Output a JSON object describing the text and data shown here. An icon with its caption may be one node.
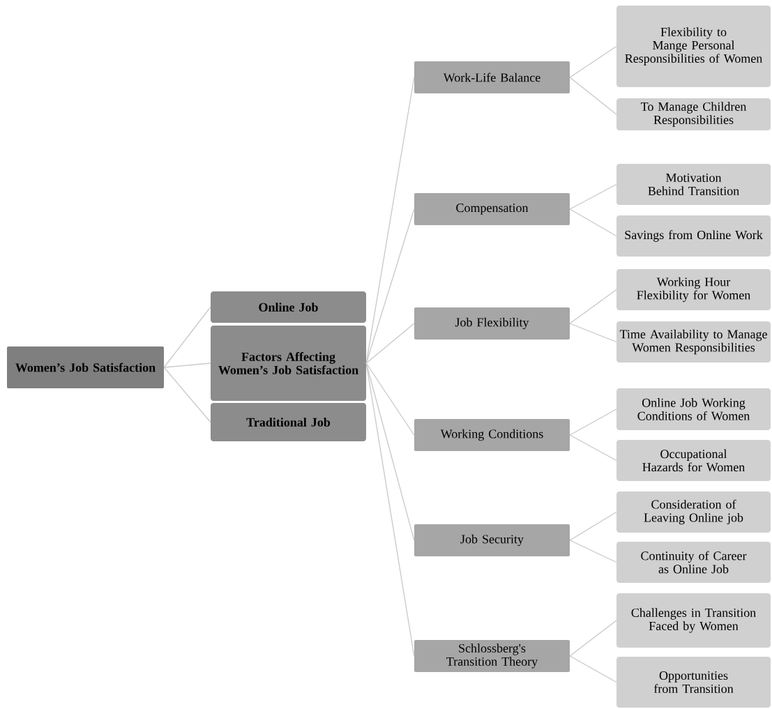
{
  "diagram": {
    "nodes": [
      {
        "text": [
          "Women’s Job Satisfaction"
        ]
      },
      {
        "text": [
          "Online Job"
        ]
      },
      {
        "text": [
          "Factors Affecting Women’s Job Satisfaction"
        ]
      },
      {
        "text": [
          "Traditional Job"
        ]
      },
      {
        "text": [
          "Work-Life Balance"
        ]
      },
      {
        "text": [
          "Compensation"
        ]
      },
      {
        "text": [
          "Job Flexibility"
        ]
      },
      {
        "text": [
          "Working Conditions"
        ]
      },
      {
        "text": [
          "Job Security"
        ]
      },
      {
        "text": [
          "Schlossberg's Transition Theory"
        ]
      },
      {
        "text": [
          "Flexibility to Mange Personal Responsibilities of Women"
        ]
      },
      {
        "text": [
          "To Manage Children Responsibilities"
        ]
      },
      {
        "text": [
          "Motivation Behind Transition"
        ]
      },
      {
        "text": [
          "Savings from Online Work"
        ]
      },
      {
        "text": [
          "Working Hour Flexibility for Women"
        ]
      },
      {
        "text": [
          "Time Availability to Manage Women Responsibilities"
        ]
      },
      {
        "text": [
          "Online Job Working Conditions of Women"
        ]
      },
      {
        "text": [
          "Occupational Hazards for Women"
        ]
      },
      {
        "text": [
          "Consideration of Leaving Online job"
        ]
      },
      {
        "text": [
          "Continuity of Career as Online Job"
        ]
      },
      {
        "text": [
          "Challenges in Transition Faced by Women"
        ]
      },
      {
        "text": [
          "Opportunities from Transition"
        ]
      }
    ],
    "edges": [
      {
        "from": 0,
        "to": 1,
        "arrow": "none"
      },
      {
        "from": 0,
        "to": 2,
        "arrow": "none"
      },
      {
        "from": 0,
        "to": 3,
        "arrow": "none"
      },
      {
        "from": 2,
        "to": 4,
        "arrow": "none"
      },
      {
        "from": 2,
        "to": 5,
        "arrow": "none"
      },
      {
        "from": 2,
        "to": 6,
        "arrow": "none"
      },
      {
        "from": 2,
        "to": 7,
        "arrow": "none"
      },
      {
        "from": 2,
        "to": 8,
        "arrow": "none"
      },
      {
        "from": 2,
        "to": 9,
        "arrow": "none"
      },
      {
        "from": 4,
        "to": 10,
        "arrow": "none"
      },
      {
        "from": 4,
        "to": 11,
        "arrow": "none"
      },
      {
        "from": 5,
        "to": 12,
        "arrow": "none"
      },
      {
        "from": 5,
        "to": 13,
        "arrow": "none"
      },
      {
        "from": 6,
        "to": 14,
        "arrow": "none"
      },
      {
        "from": 6,
        "to": 15,
        "arrow": "none"
      },
      {
        "from": 7,
        "to": 16,
        "arrow": "none"
      },
      {
        "from": 7,
        "to": 17,
        "arrow": "none"
      },
      {
        "from": 8,
        "to": 18,
        "arrow": "none"
      },
      {
        "from": 8,
        "to": 19,
        "arrow": "none"
      },
      {
        "from": 9,
        "to": 20,
        "arrow": "none"
      },
      {
        "from": 9,
        "to": 21,
        "arrow": "none"
      }
    ]
  }
}
